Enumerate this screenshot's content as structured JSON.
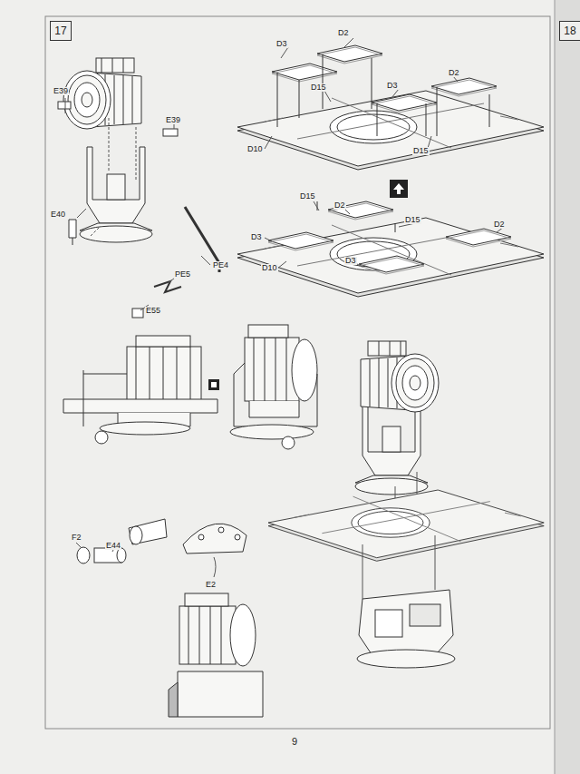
{
  "diagram": {
    "nodes": [
      {
        "text": [
          "17"
        ]
      },
      {
        "text": [
          "18"
        ]
      }
    ],
    "labels": [
      "E39",
      "E39",
      "E40",
      "PE4",
      "PE5",
      "E55",
      "D3",
      "D2",
      "D2",
      "D15",
      "D3",
      "D15",
      "D10",
      "D15",
      "D2",
      "D3",
      "D15",
      "D2",
      "D3",
      "D10",
      "F2",
      "E44",
      "E2",
      "9"
    ]
  }
}
